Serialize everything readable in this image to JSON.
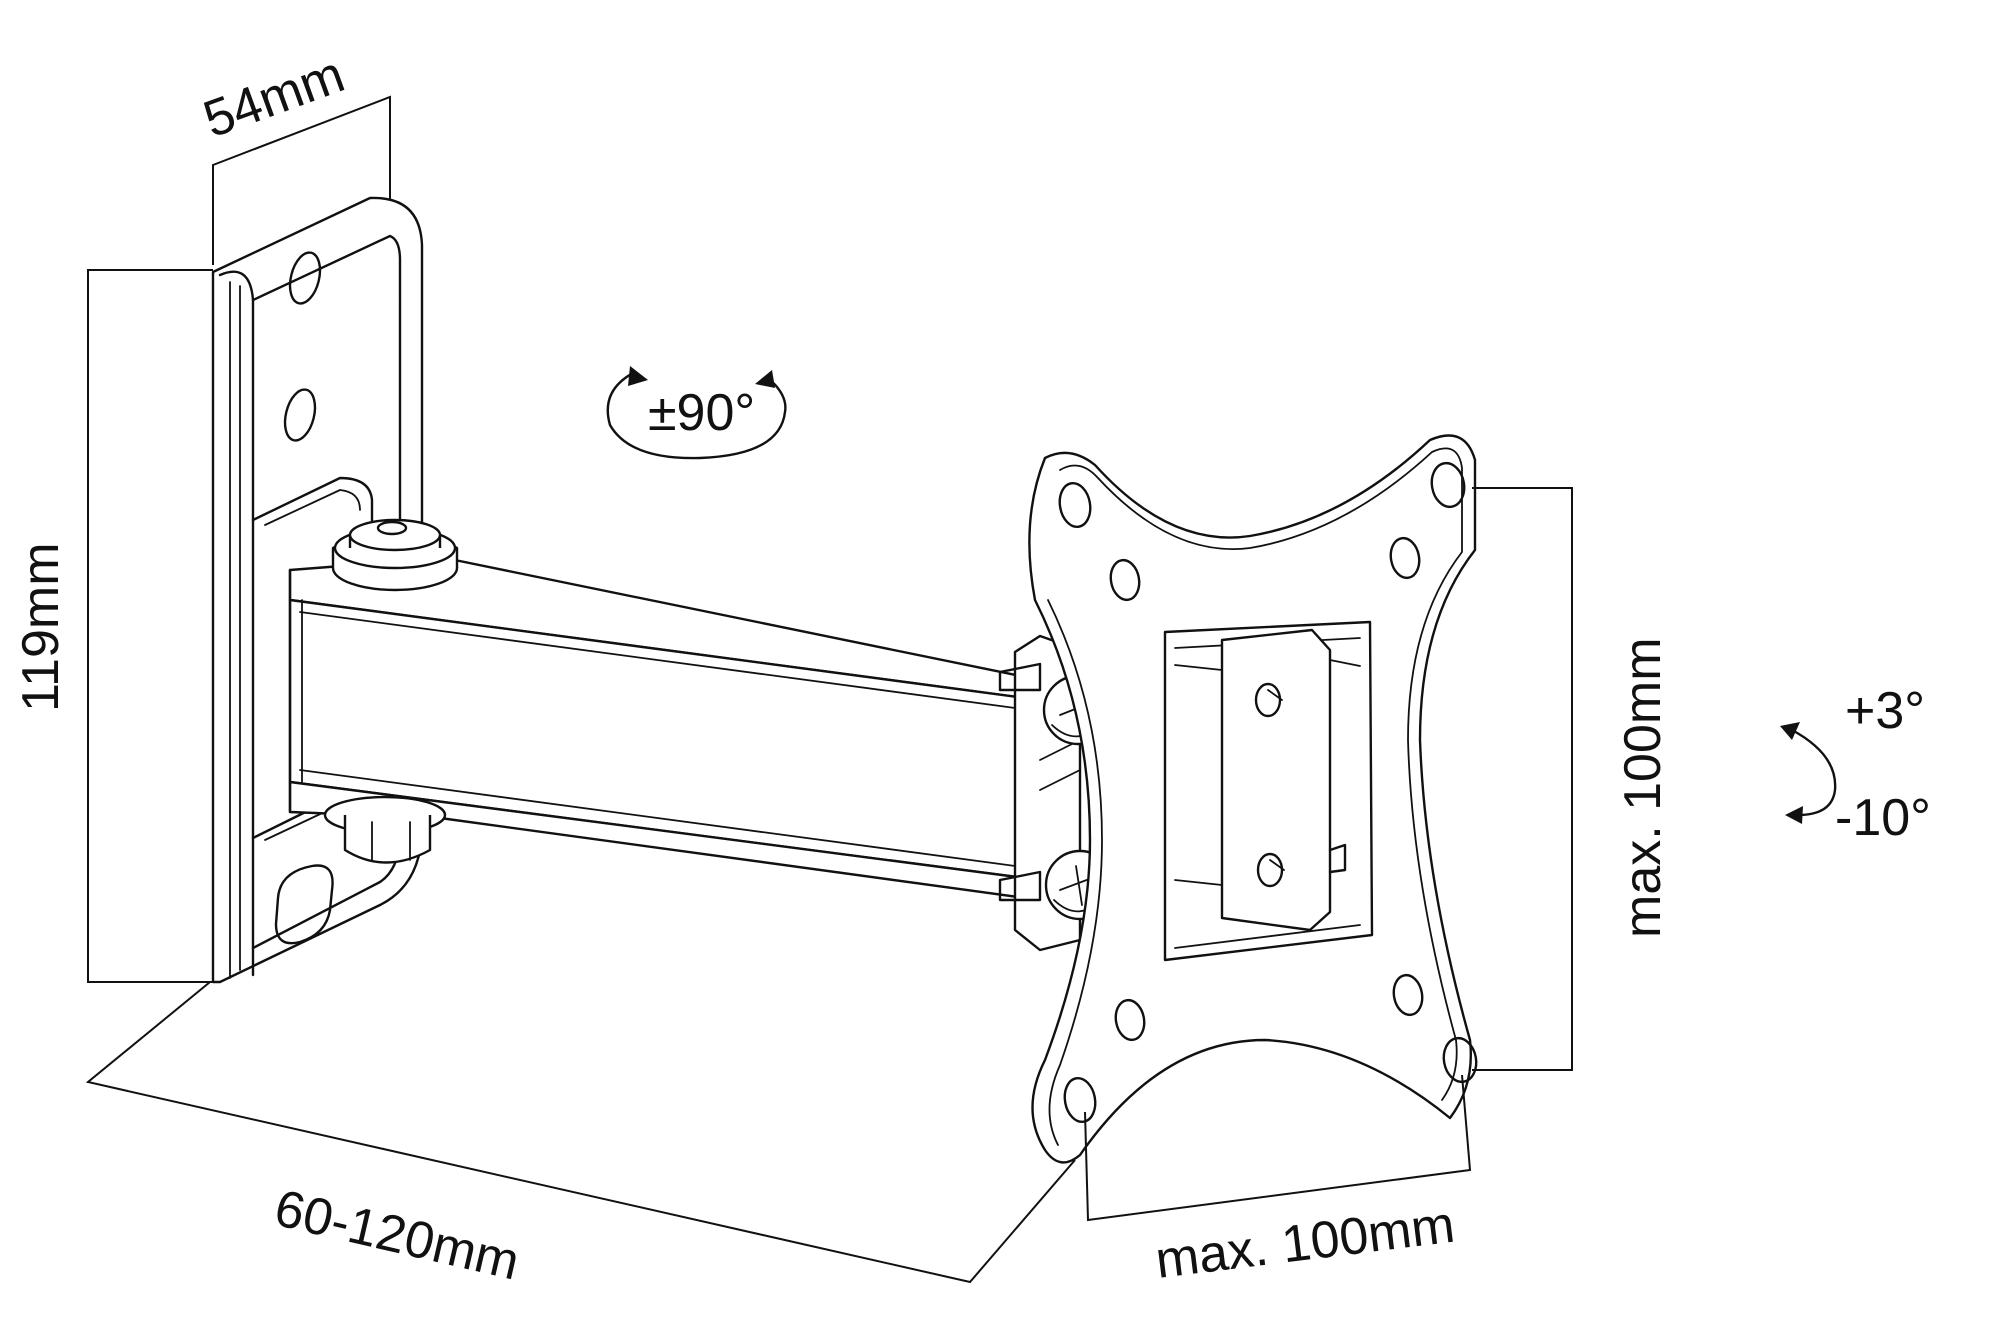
{
  "dimensions": {
    "plate_width": "54mm",
    "plate_height": "119mm",
    "arm_extension": "60-120mm",
    "vesa_vertical": "max. 100mm",
    "vesa_horizontal": "max. 100mm"
  },
  "adjustments": {
    "swivel": "±90°",
    "tilt_up": "+3°",
    "tilt_down": "-10°"
  }
}
